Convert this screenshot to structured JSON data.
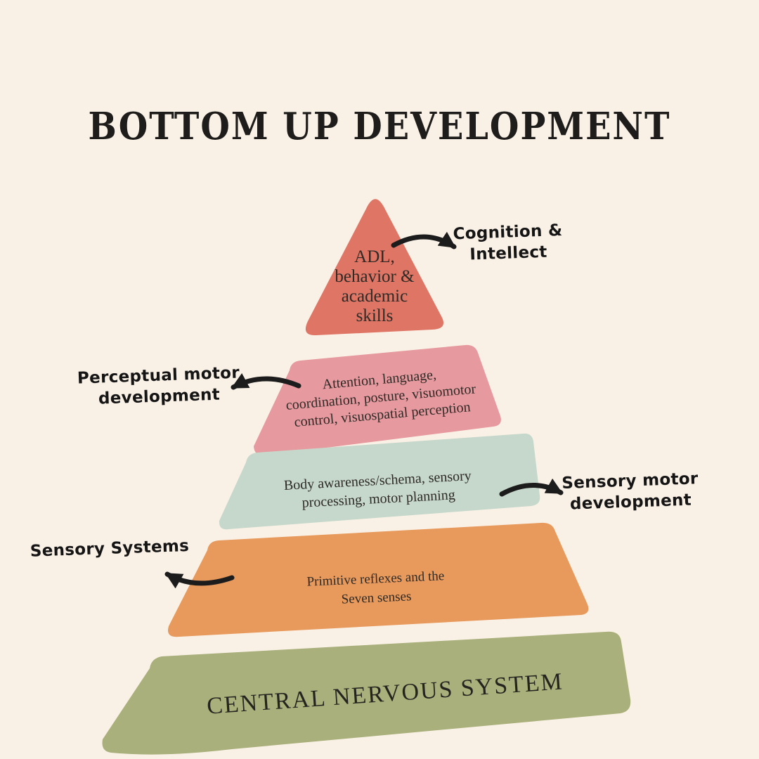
{
  "title": "BOTTOM UP DEVELOPMENT",
  "colors": {
    "background": "#faf1e6",
    "ink": "#1c1c1c",
    "label_text": "#2e2a26",
    "level_top": "#df7565",
    "level_2": "#e6999e",
    "level_3": "#c6d8cb",
    "level_4": "#e8995c",
    "level_base": "#a9b07b"
  },
  "pyramid": {
    "levels": [
      {
        "id": "adl-behavior-academic",
        "color": "#df7565",
        "lines": [
          "ADL,",
          "behavior &",
          "academic",
          "skills"
        ]
      },
      {
        "id": "attention-language",
        "color": "#e6999e",
        "lines": [
          "Attention, language,",
          "coordination, posture, visuomotor",
          "control, visuospatial perception"
        ]
      },
      {
        "id": "body-awareness",
        "color": "#c6d8cb",
        "lines": [
          "Body awareness/schema, sensory",
          "processing, motor planning"
        ]
      },
      {
        "id": "primitive-reflexes",
        "color": "#e8995c",
        "lines": [
          "Primitive reflexes and the",
          "Seven senses"
        ]
      },
      {
        "id": "central-nervous-system",
        "color": "#a9b07b",
        "lines": [
          "CENTRAL NERVOUS SYSTEM"
        ]
      }
    ]
  },
  "annotations": [
    {
      "id": "cognition-intellect",
      "lines": [
        "Cognition &",
        "Intellect"
      ]
    },
    {
      "id": "perceptual-motor-development",
      "lines": [
        "Perceptual motor",
        "development"
      ]
    },
    {
      "id": "sensory-motor-development",
      "lines": [
        "Sensory motor",
        "development"
      ]
    },
    {
      "id": "sensory-systems",
      "lines": [
        "Sensory Systems"
      ]
    }
  ]
}
